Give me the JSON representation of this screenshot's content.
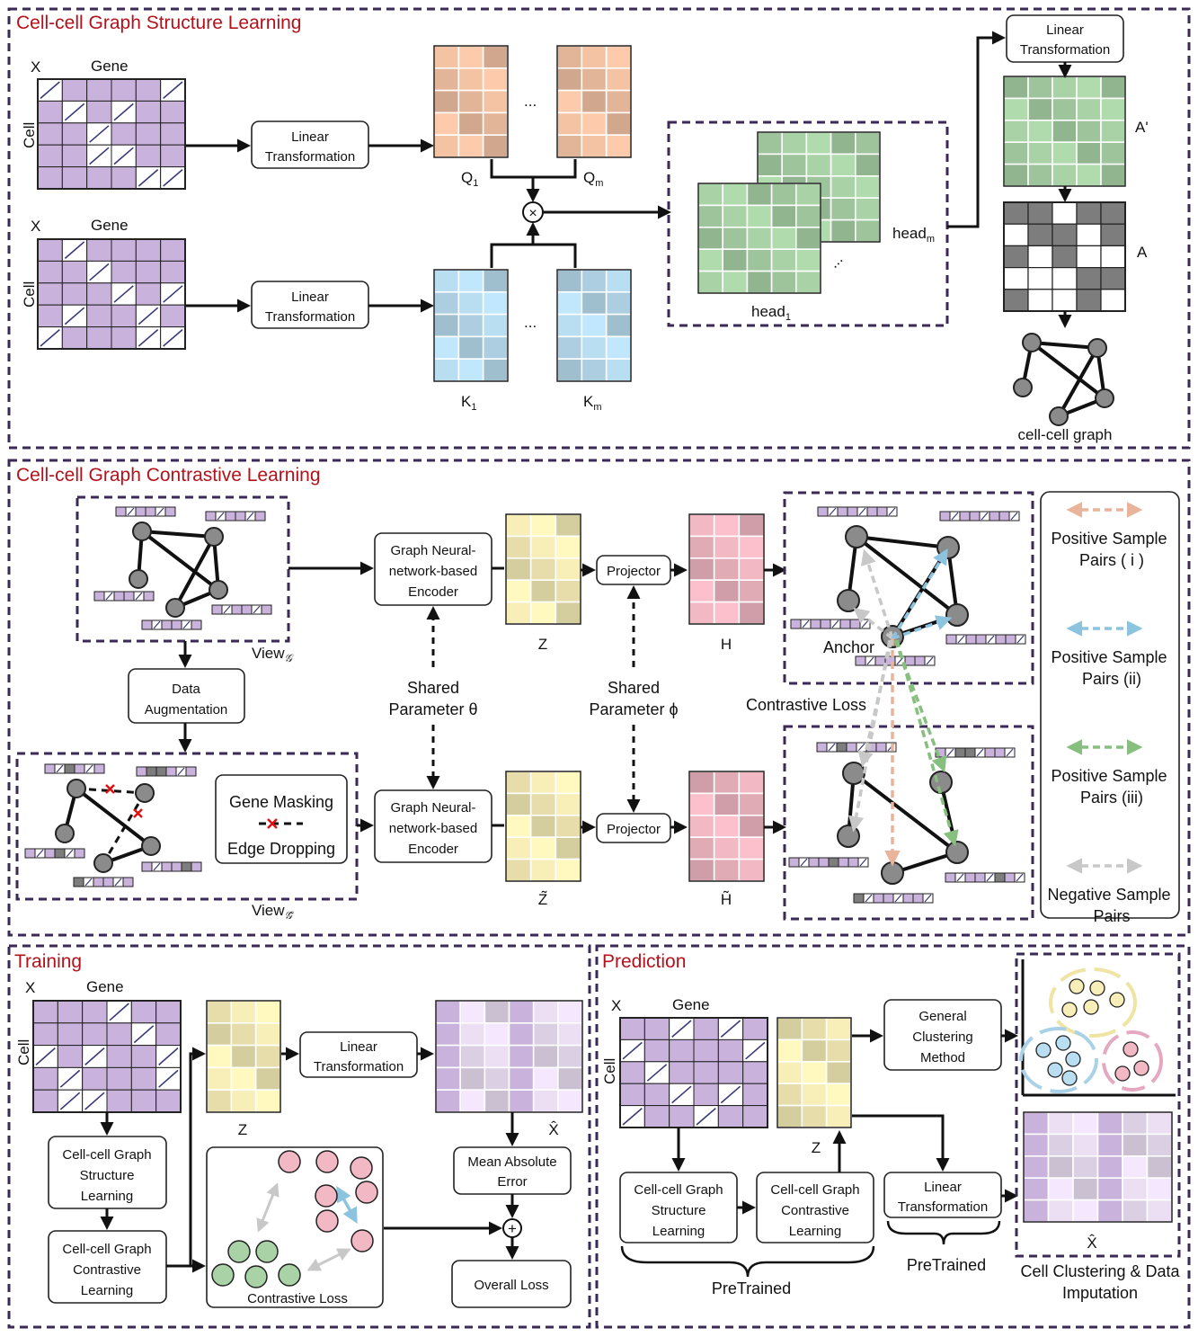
{
  "sections": {
    "structure": "Cell-cell Graph Structure Learning",
    "contrastive": "Cell-cell Graph Contrastive Learning",
    "training": "Training",
    "prediction": "Prediction"
  },
  "common": {
    "x": "X",
    "gene": "Gene",
    "cell": "Cell",
    "linear": "Linear",
    "transformation": "Transformation",
    "dots": "..."
  },
  "structure": {
    "q1": "Q",
    "q1_sub": "1",
    "qm": "Q",
    "qm_sub": "m",
    "k1": "K",
    "k1_sub": "1",
    "km": "K",
    "km_sub": "m",
    "times": "×",
    "head1": "head",
    "head1_sub": "1",
    "headm": "head",
    "headm_sub": "m",
    "a_prime": "A'",
    "a": "A",
    "graph": "cell-cell graph"
  },
  "contrastive": {
    "view_g": "View",
    "view_g_sub": "𝒢",
    "view_gt": "View",
    "view_gt_sub": "𝒢̃",
    "data_aug_1": "Data",
    "data_aug_2": "Augmentation",
    "gene_masking": "Gene Masking",
    "edge_dropping": "Edge Dropping",
    "gnn_1": "Graph Neural-",
    "gnn_2": "network-based",
    "gnn_3": "Encoder",
    "projector": "Projector",
    "z": "Z",
    "z_tilde": "Z̃",
    "h": "H",
    "h_tilde": "H̃",
    "shared": "Shared",
    "param_theta": "Parameter θ",
    "param_phi": "Parameter ϕ",
    "anchor": "Anchor",
    "contrastive_loss": "Contrastive Loss",
    "legend": [
      {
        "line1": "Positive Sample",
        "line2": "Pairs ( i )",
        "color": "#e9b49a"
      },
      {
        "line1": "Positive Sample",
        "line2": "Pairs (ii)",
        "color": "#8cc3df"
      },
      {
        "line1": "Positive Sample",
        "line2": "Pairs (iii)",
        "color": "#86bf7e"
      },
      {
        "line1": "Negative Sample",
        "line2": "Pairs",
        "color": "#c8c8c8"
      }
    ]
  },
  "training": {
    "z": "Z",
    "x_hat": "X̂",
    "sl_1": "Cell-cell Graph",
    "sl_2": "Structure",
    "sl_3": "Learning",
    "cl_1": "Cell-cell Graph",
    "cl_2": "Contrastive",
    "cl_3": "Learning",
    "mae_1": "Mean Absolute",
    "mae_2": "Error",
    "plus": "+",
    "overall": "Overall Loss",
    "closs": "Contrastive Loss"
  },
  "prediction": {
    "z": "Z",
    "x_hat": "X̂",
    "gcm_1": "General",
    "gcm_2": "Clustering",
    "gcm_3": "Method",
    "sl_1": "Cell-cell Graph",
    "sl_2": "Structure",
    "sl_3": "Learning",
    "cl_1": "Cell-cell Graph",
    "cl_2": "Contrastive",
    "cl_3": "Learning",
    "pretrained": "PreTrained",
    "pretrained2": "PreTrained",
    "out_1": "Cell Clustering & Data",
    "out_2": "Imputation"
  },
  "colors": {
    "purple": "#c9b2db",
    "purple_light": "#ecdff4",
    "orange": "#f3c3a4",
    "blue": "#b9def1",
    "green": "#a9d3a6",
    "yellow": "#f7eeb8",
    "pink": "#f2b8c4",
    "gray": "#7d7d7d",
    "title_red": "#b3121b"
  }
}
